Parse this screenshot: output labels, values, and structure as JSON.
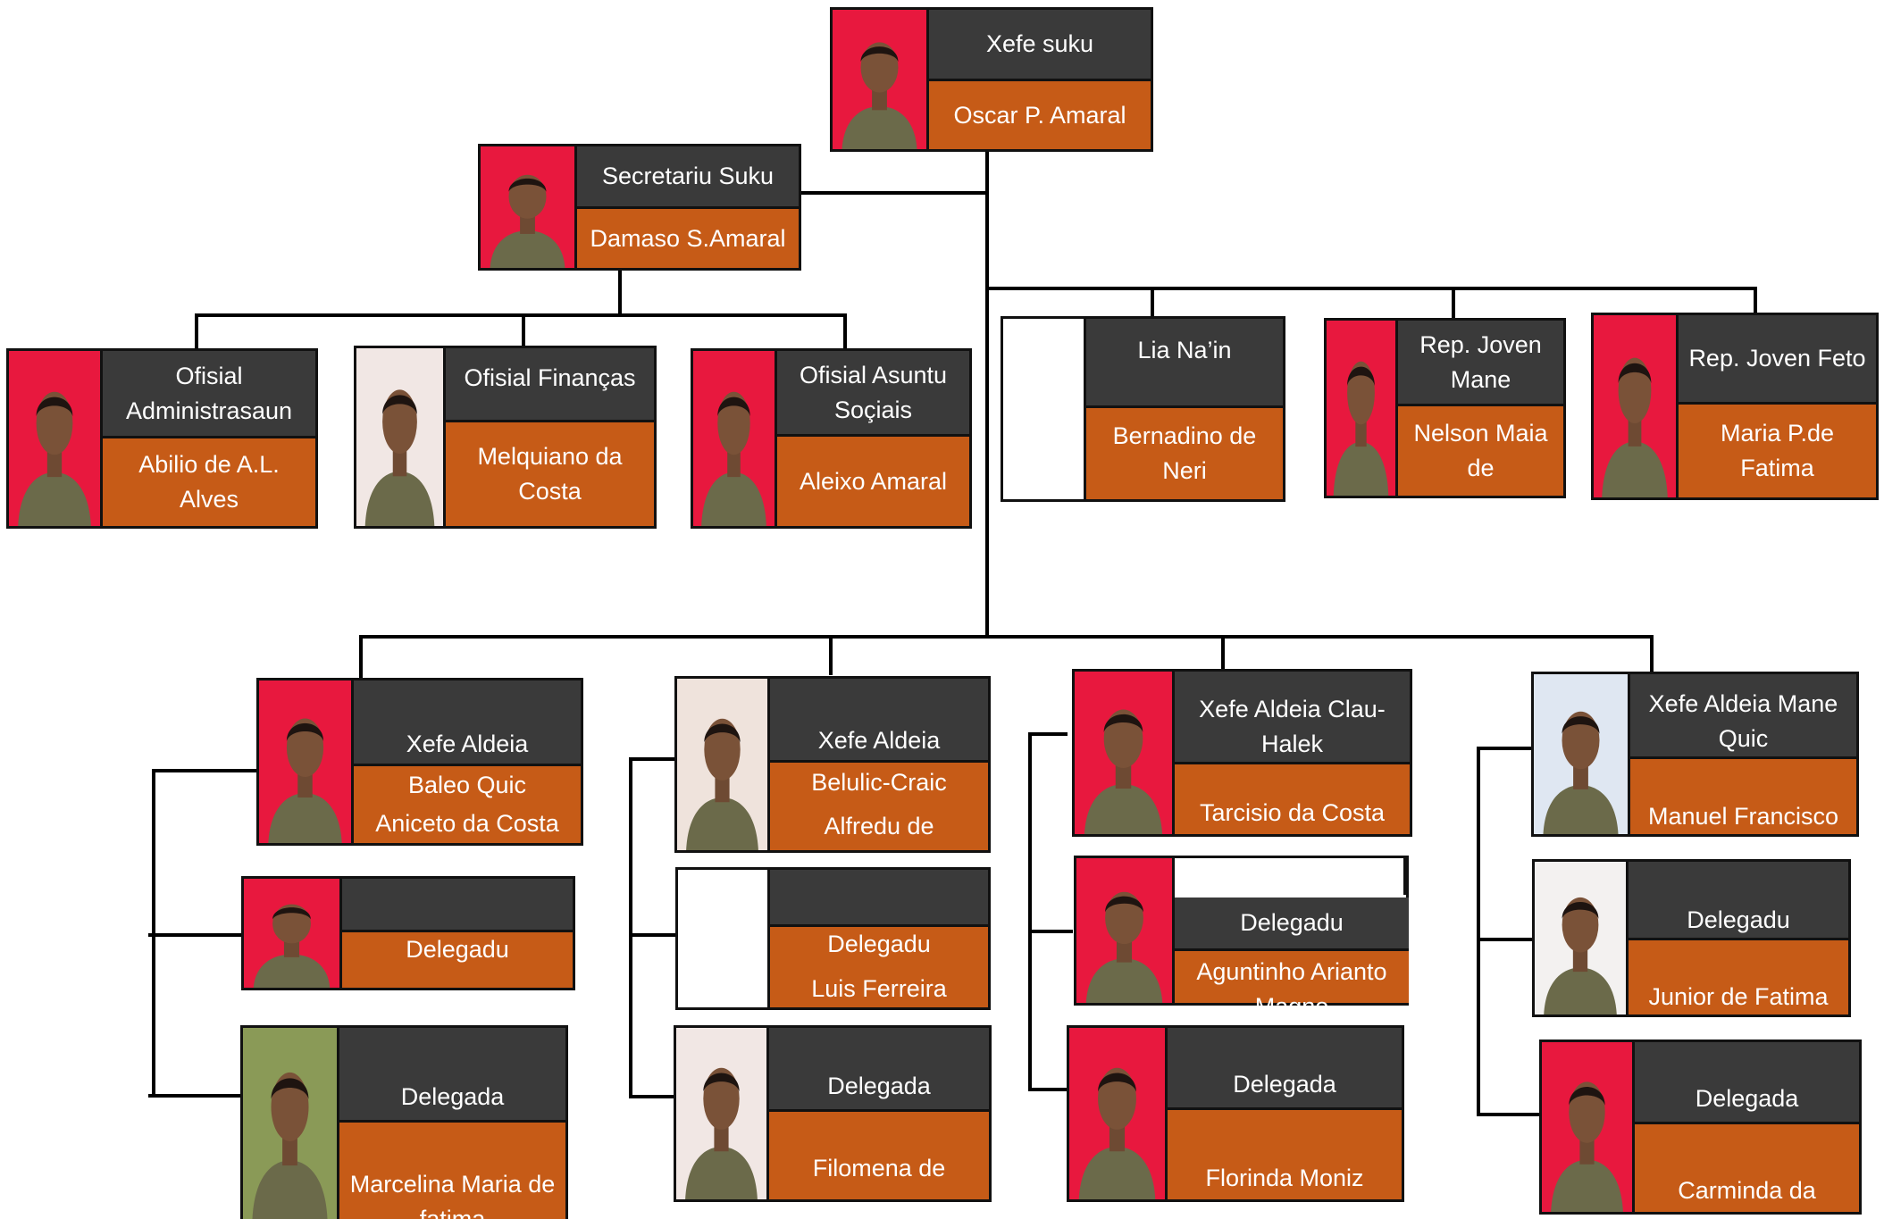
{
  "chief": {
    "role": "Xefe suku",
    "name": "Oscar P. Amaral"
  },
  "secretary": {
    "role": "Secretariu Suku",
    "name": "Damaso S.Amaral"
  },
  "officers": [
    {
      "role": "Ofisial Administrasaun",
      "name": "Abilio de A.L. Alves"
    },
    {
      "role": "Ofisial Finanças",
      "name": "Melquiano da Costa"
    },
    {
      "role": "Ofisial Asuntu Soçiais",
      "name": "Aleixo Amaral"
    }
  ],
  "council": [
    {
      "role": "Lia Na’in",
      "name": "Bernadino de Neri"
    },
    {
      "role": "Rep. Joven Mane",
      "name": "Nelson Maia de"
    },
    {
      "role": "Rep. Joven Feto",
      "name": "Maria P.de Fatima"
    }
  ],
  "aldeias": [
    {
      "head": {
        "role": "Xefe Aldeia",
        "aldeia": "Baleo Quic",
        "name": "Aniceto da Costa"
      },
      "delegado": {
        "role": "Delegadu",
        "name": ""
      },
      "delegada": {
        "role": "Delegada",
        "name": "Marcelina Maria de fatima"
      }
    },
    {
      "head": {
        "role": "Xefe Aldeia",
        "aldeia": "Belulic-Craic",
        "name": "Alfredu de"
      },
      "delegado": {
        "role": "Delegadu",
        "name": "Luis Ferreira Vicente"
      },
      "delegada": {
        "role": "Delegada",
        "name": "Filomena de"
      }
    },
    {
      "head": {
        "role": "Xefe Aldeia Clau-Halek",
        "name": "Tarcisio da Costa"
      },
      "delegado": {
        "role": "Delegadu",
        "name": "Aguntinho Arianto Magno"
      },
      "delegada": {
        "role": "Delegada",
        "name": "Florinda Moniz"
      }
    },
    {
      "head": {
        "role": "Xefe Aldeia Mane Quic",
        "name": "Manuel Francisco"
      },
      "delegado": {
        "role": "Delegadu",
        "name": "Junior de Fatima"
      },
      "delegada": {
        "role": "Delegada",
        "name": "Carminda da"
      }
    }
  ],
  "colors": {
    "title_bg": "#3a3a3a",
    "name_bg": "#c65b17",
    "photo_red": "#e8183e"
  },
  "icons": {
    "portrait": "person-photo-icon"
  }
}
